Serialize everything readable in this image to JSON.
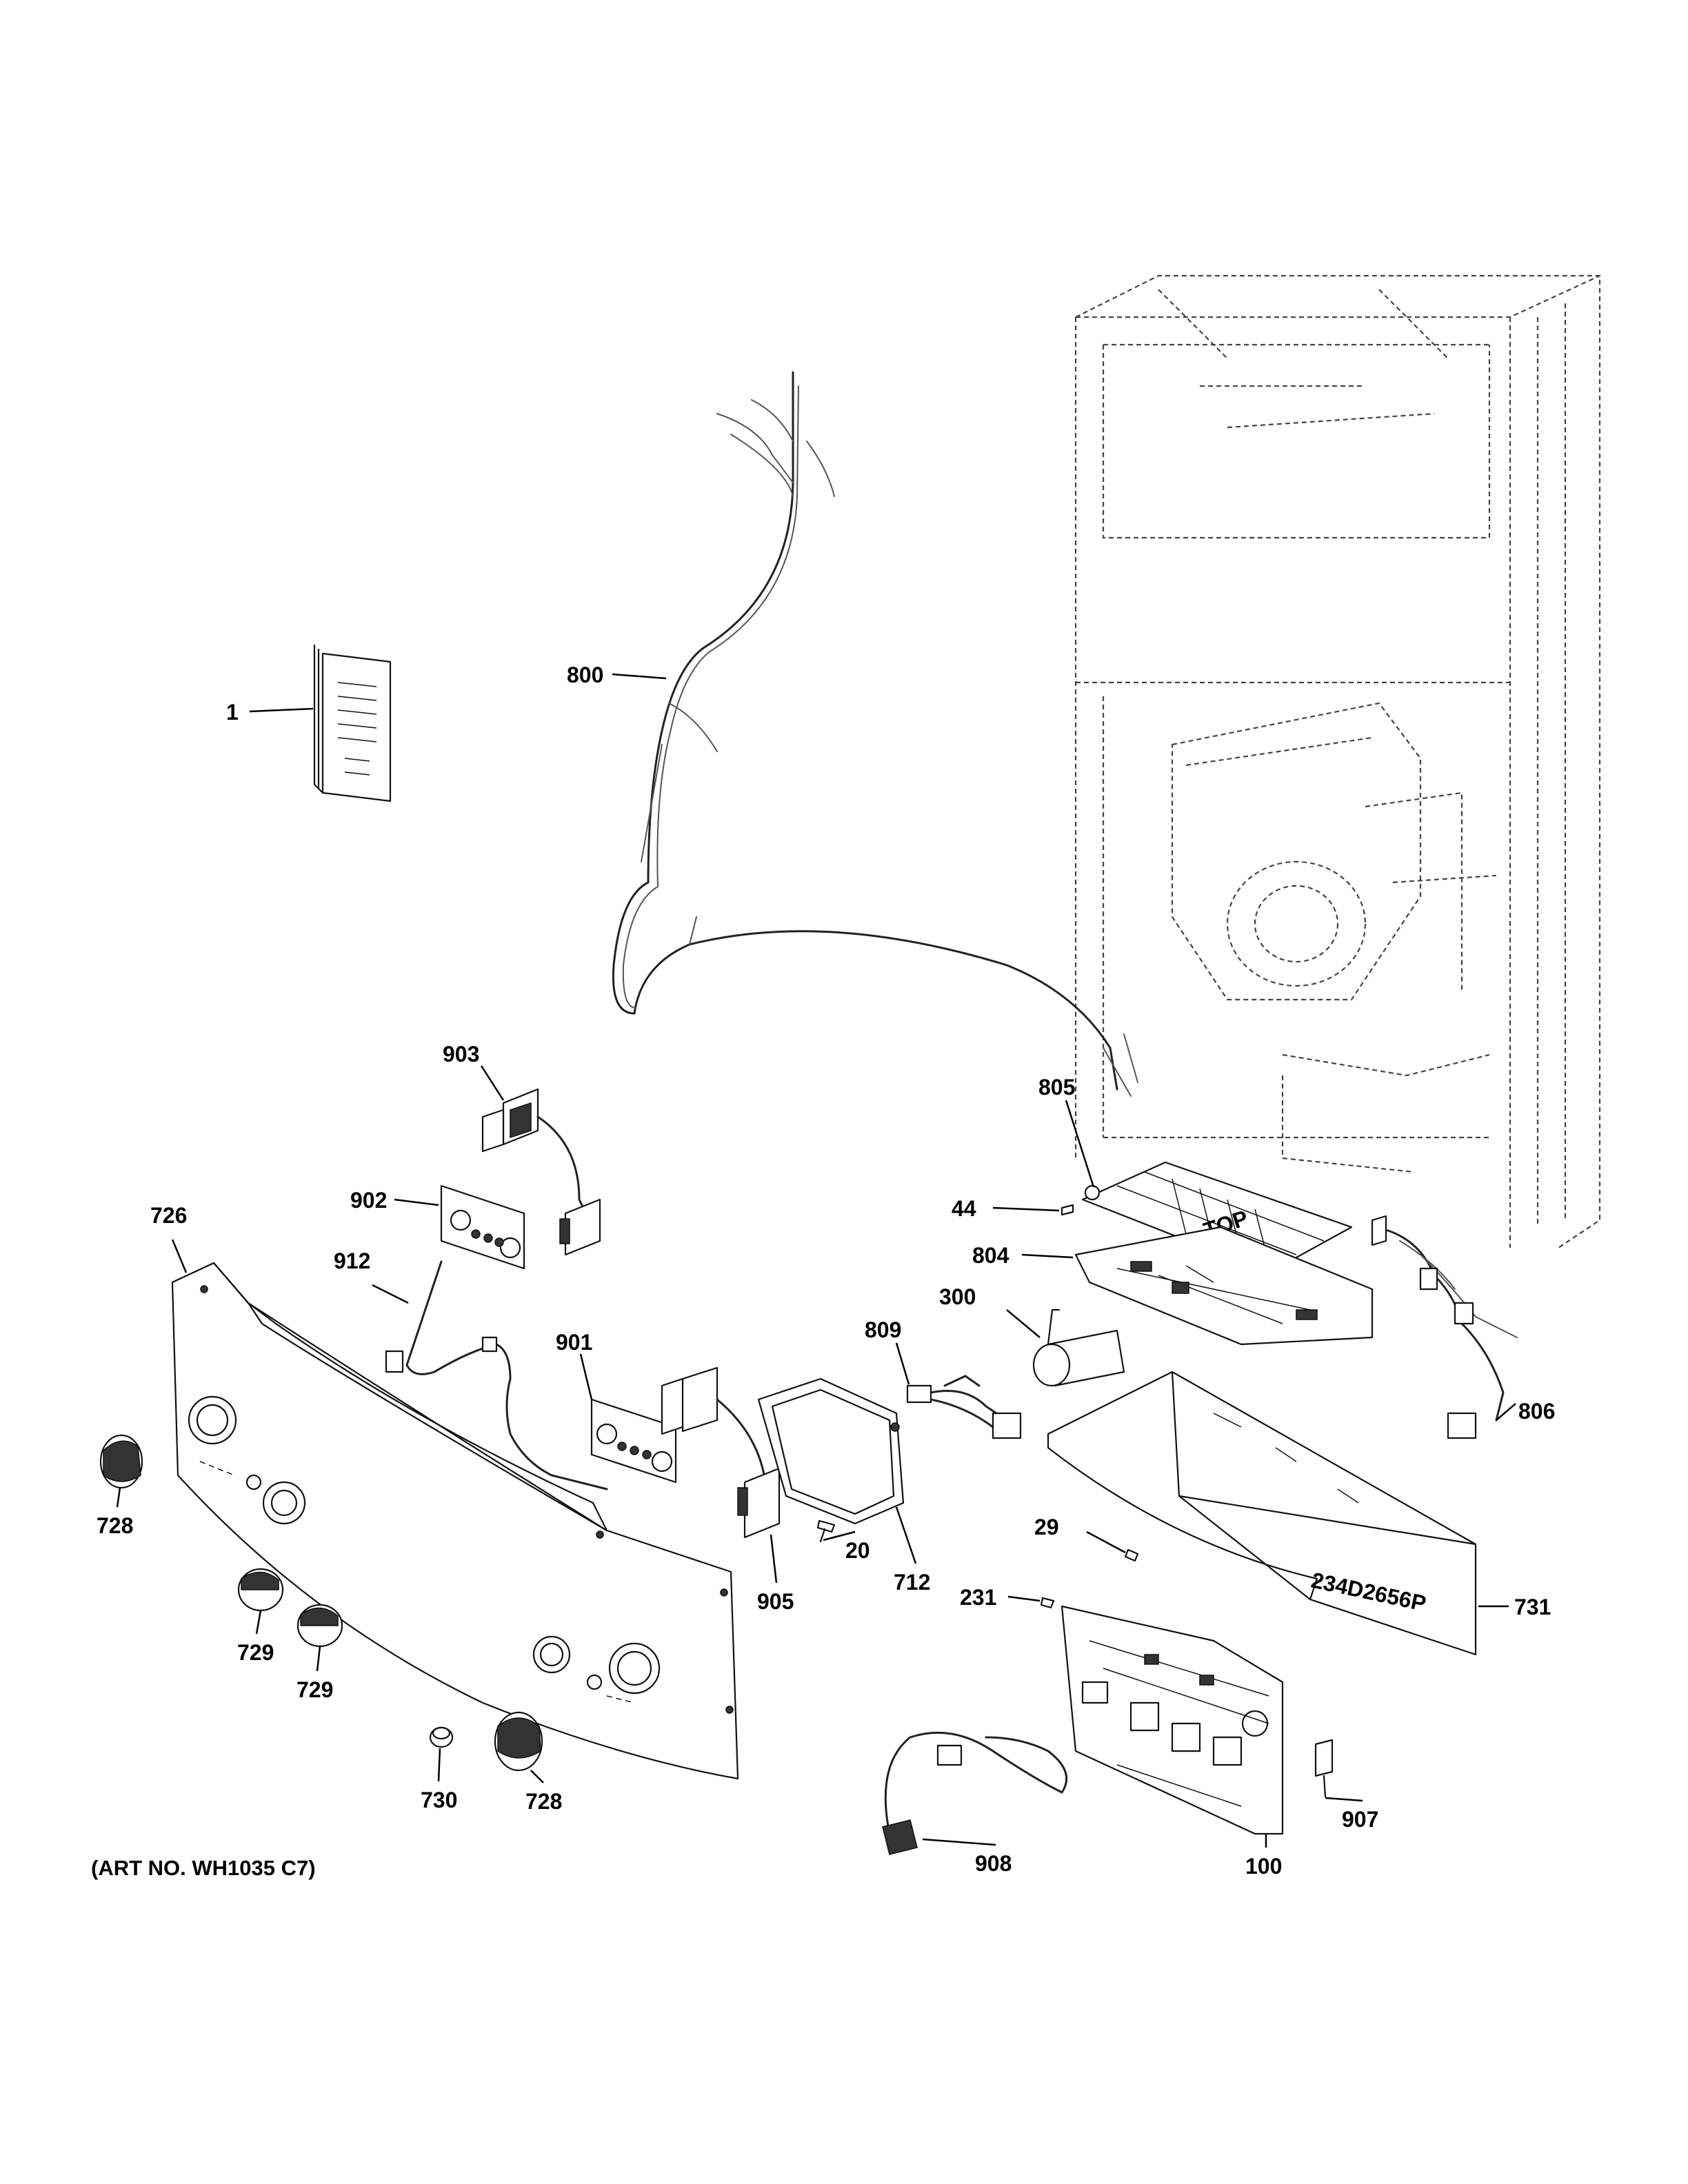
{
  "art_number": "(ART NO. WH1035 C7)",
  "callouts": [
    {
      "id": "c1",
      "label": "1"
    },
    {
      "id": "c800",
      "label": "800"
    },
    {
      "id": "c903",
      "label": "903"
    },
    {
      "id": "c902",
      "label": "902"
    },
    {
      "id": "c912",
      "label": "912"
    },
    {
      "id": "c726",
      "label": "726"
    },
    {
      "id": "c901",
      "label": "901"
    },
    {
      "id": "c805",
      "label": "805"
    },
    {
      "id": "c44",
      "label": "44"
    },
    {
      "id": "c804",
      "label": "804"
    },
    {
      "id": "c300",
      "label": "300"
    },
    {
      "id": "c809",
      "label": "809"
    },
    {
      "id": "c806",
      "label": "806"
    },
    {
      "id": "c29",
      "label": "29"
    },
    {
      "id": "c231",
      "label": "231"
    },
    {
      "id": "c731",
      "label": "731"
    },
    {
      "id": "c728a",
      "label": "728"
    },
    {
      "id": "c729a",
      "label": "729"
    },
    {
      "id": "c729b",
      "label": "729"
    },
    {
      "id": "c730",
      "label": "730"
    },
    {
      "id": "c728b",
      "label": "728"
    },
    {
      "id": "c905",
      "label": "905"
    },
    {
      "id": "c20",
      "label": "20"
    },
    {
      "id": "c712",
      "label": "712"
    },
    {
      "id": "c907",
      "label": "907"
    },
    {
      "id": "c908",
      "label": "908"
    },
    {
      "id": "c100",
      "label": "100"
    }
  ],
  "parts": {
    "harness_805_label": "TOP",
    "board_731_label": "234D2656P"
  }
}
